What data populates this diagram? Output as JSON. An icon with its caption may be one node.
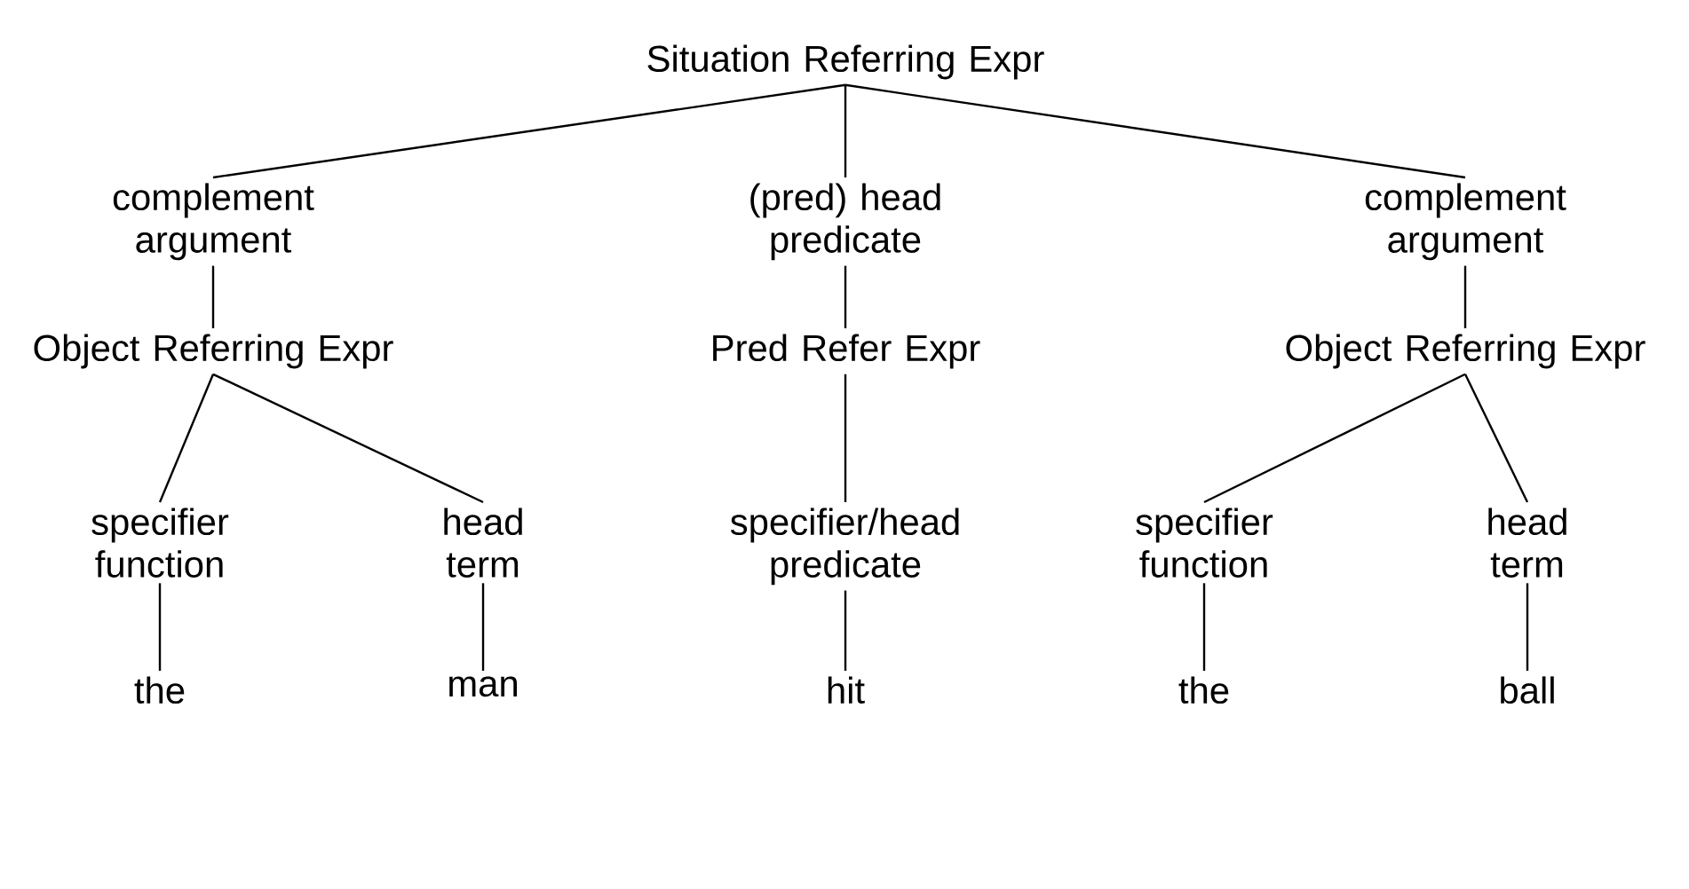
{
  "diagram": {
    "nodes": [
      {
        "text": [
          "Situation Referring Expr"
        ]
      },
      {
        "text": [
          "complement argument"
        ]
      },
      {
        "text": [
          "(pred) head predicate"
        ]
      },
      {
        "text": [
          "complement argument"
        ]
      },
      {
        "text": [
          "Object Referring Expr"
        ]
      },
      {
        "text": [
          "Pred Refer Expr"
        ]
      },
      {
        "text": [
          "Object Referring Expr"
        ]
      },
      {
        "text": [
          "specifier function"
        ]
      },
      {
        "text": [
          "head term"
        ]
      },
      {
        "text": [
          "specifier/head predicate"
        ]
      },
      {
        "text": [
          "specifier function"
        ]
      },
      {
        "text": [
          "head term"
        ]
      },
      {
        "text": [
          "the"
        ]
      },
      {
        "text": [
          "man"
        ]
      },
      {
        "text": [
          "hit"
        ]
      },
      {
        "text": [
          "the"
        ]
      },
      {
        "text": [
          "ball"
        ]
      }
    ],
    "edges": [
      {
        "from": 0,
        "to": 1,
        "arrow": "none"
      },
      {
        "from": 0,
        "to": 2,
        "arrow": "none"
      },
      {
        "from": 0,
        "to": 3,
        "arrow": "none"
      },
      {
        "from": 1,
        "to": 4,
        "arrow": "none"
      },
      {
        "from": 2,
        "to": 5,
        "arrow": "none"
      },
      {
        "from": 3,
        "to": 6,
        "arrow": "none"
      },
      {
        "from": 4,
        "to": 7,
        "arrow": "none"
      },
      {
        "from": 4,
        "to": 8,
        "arrow": "none"
      },
      {
        "from": 5,
        "to": 9,
        "arrow": "none"
      },
      {
        "from": 6,
        "to": 10,
        "arrow": "none"
      },
      {
        "from": 6,
        "to": 11,
        "arrow": "none"
      },
      {
        "from": 7,
        "to": 12,
        "arrow": "none"
      },
      {
        "from": 8,
        "to": 13,
        "arrow": "none"
      },
      {
        "from": 9,
        "to": 14,
        "arrow": "none"
      },
      {
        "from": 10,
        "to": 15,
        "arrow": "none"
      },
      {
        "from": 11,
        "to": 16,
        "arrow": "none"
      }
    ]
  }
}
